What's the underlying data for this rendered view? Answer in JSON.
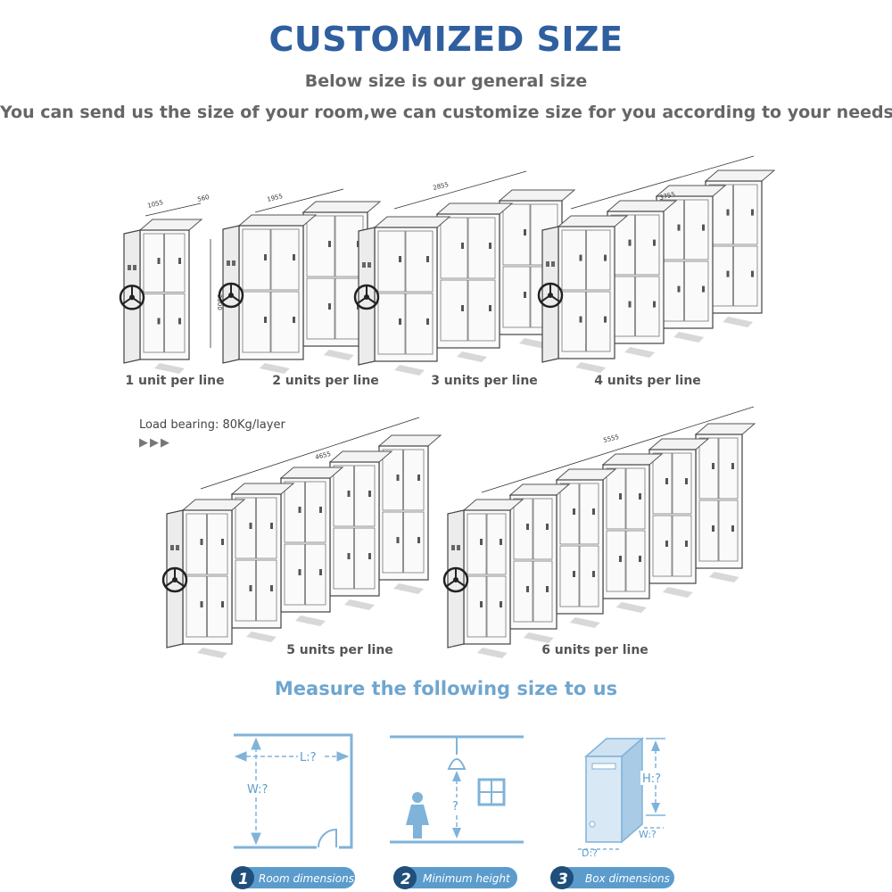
{
  "header": {
    "title": "CUSTOMIZED SIZE",
    "subtitle": "Below size is our general size",
    "note": "You can send us the size of your room,we can customize size for you according to your needs"
  },
  "cabinets": [
    {
      "caption": "1 unit per line",
      "units": 1,
      "width_dim": "1055",
      "depth_dim": "560",
      "height_dim": "2300"
    },
    {
      "caption": "2 units per line",
      "units": 2,
      "width_dim": "1955"
    },
    {
      "caption": "3 units per line",
      "units": 3,
      "width_dim": "2855"
    },
    {
      "caption": "4 units per line",
      "units": 4,
      "width_dim": "3755"
    },
    {
      "caption": "5 units per line",
      "units": 5,
      "width_dim": "4655"
    },
    {
      "caption": "6 units per line",
      "units": 6,
      "width_dim": "5555"
    }
  ],
  "load_bearing": "Load bearing: 80Kg/layer",
  "arrows": "▶▶▶",
  "measure": {
    "title": "Measure the following size to us",
    "items": [
      {
        "number": "1",
        "label": "Room dimensions",
        "l_label": "L:?",
        "w_label": "W:?"
      },
      {
        "number": "2",
        "label": "Minimum height",
        "q_label": "?"
      },
      {
        "number": "3",
        "label": "Box dimensions",
        "h_label": "H:?",
        "w_label": "W:?",
        "d_label": "D:?"
      }
    ]
  },
  "colors": {
    "title": "#2f5f9f",
    "measure": "#6fa6cf",
    "pill": "#5b9ccc",
    "line": "#7fb3da"
  }
}
